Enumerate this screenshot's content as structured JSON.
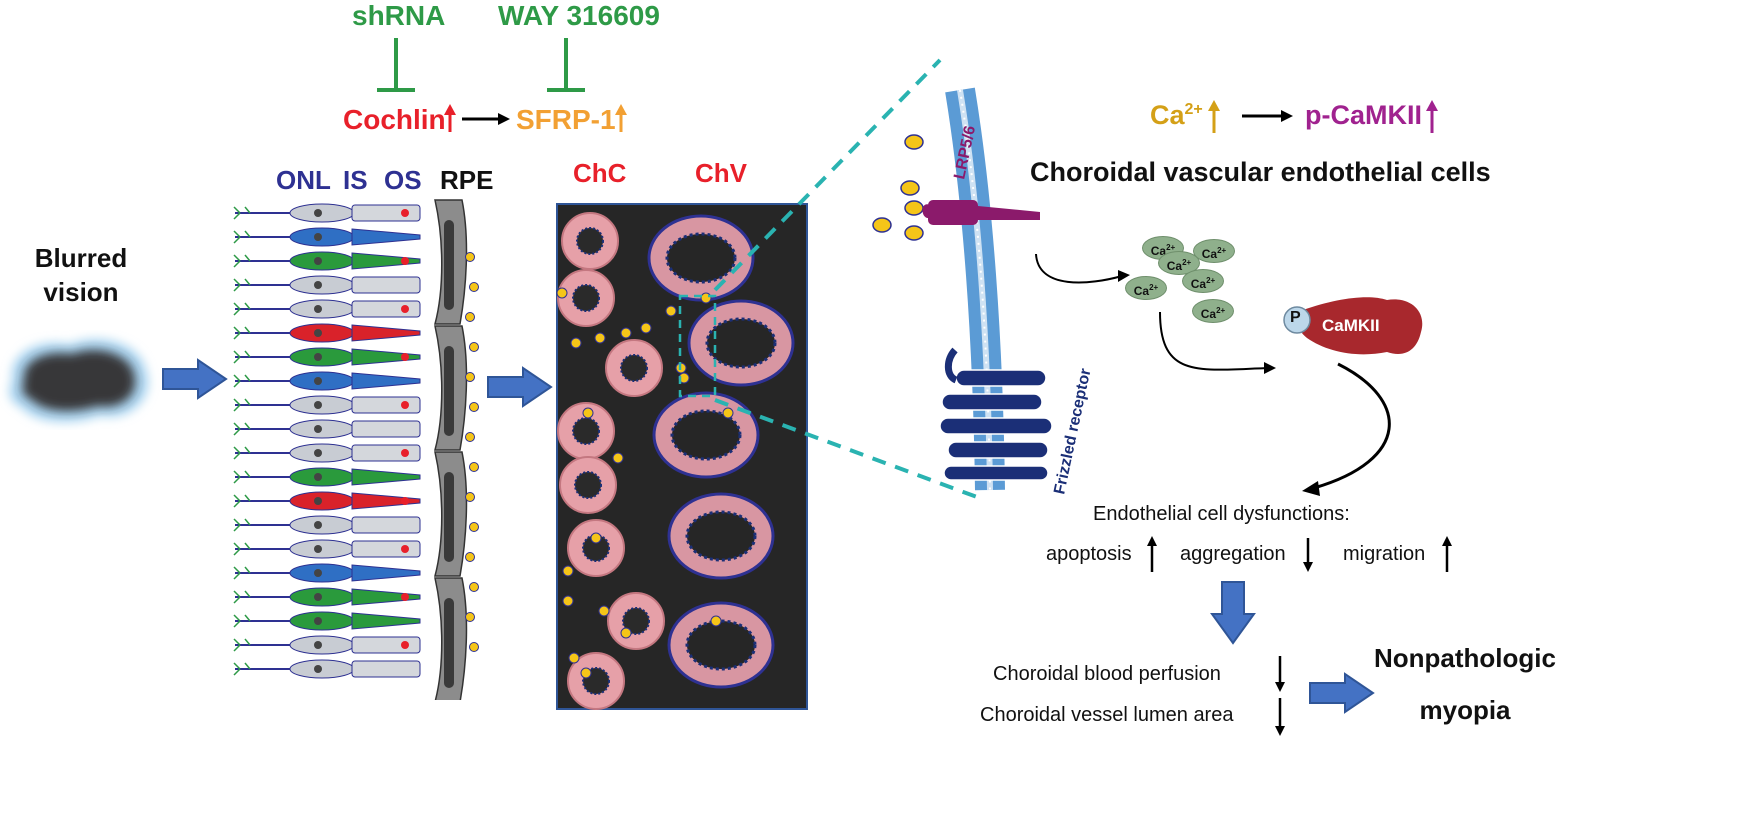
{
  "inhibitors": {
    "shrna": "shRNA",
    "way": "WAY 316609"
  },
  "pathway": {
    "cochlin": "Cochlin",
    "sfrp1": "SFRP-1"
  },
  "calcium": {
    "ca": "Ca",
    "ca_sup": "2+",
    "pcamkii": "p-CaMKII"
  },
  "cells_title": "Choroidal vascular endothelial cells",
  "layers": {
    "onl": "ONL",
    "is": "IS",
    "os": "OS",
    "rpe": "RPE"
  },
  "choroid": {
    "chc": "ChC",
    "chv": "ChV"
  },
  "blurred": {
    "line1": "Blurred",
    "line2": "vision"
  },
  "receptors": {
    "lrp": "LRP5/6",
    "frizzled": "Frizzled receptor",
    "p": "P",
    "camkii": "CaMKII"
  },
  "dysfunction": {
    "title": "Endothelial cell dysfunctions:",
    "apoptosis": "apoptosis",
    "aggregation": "aggregation",
    "migration": "migration"
  },
  "outcomes": {
    "perfusion": "Choroidal blood perfusion",
    "lumen": "Choroidal vessel lumen area"
  },
  "result": {
    "line1": "Nonpathologic",
    "line2": "myopia"
  },
  "colors": {
    "green": "#2e9a47",
    "red": "#e8202a",
    "orange": "#f2a033",
    "navy": "#2e3192",
    "magenta": "#a0228f",
    "gold": "#d4a017",
    "arrow_blue": "#4472c4",
    "teal": "#2ab3b1",
    "camkii": "#a8282d",
    "ca_ellipse": "#8fb08c"
  }
}
